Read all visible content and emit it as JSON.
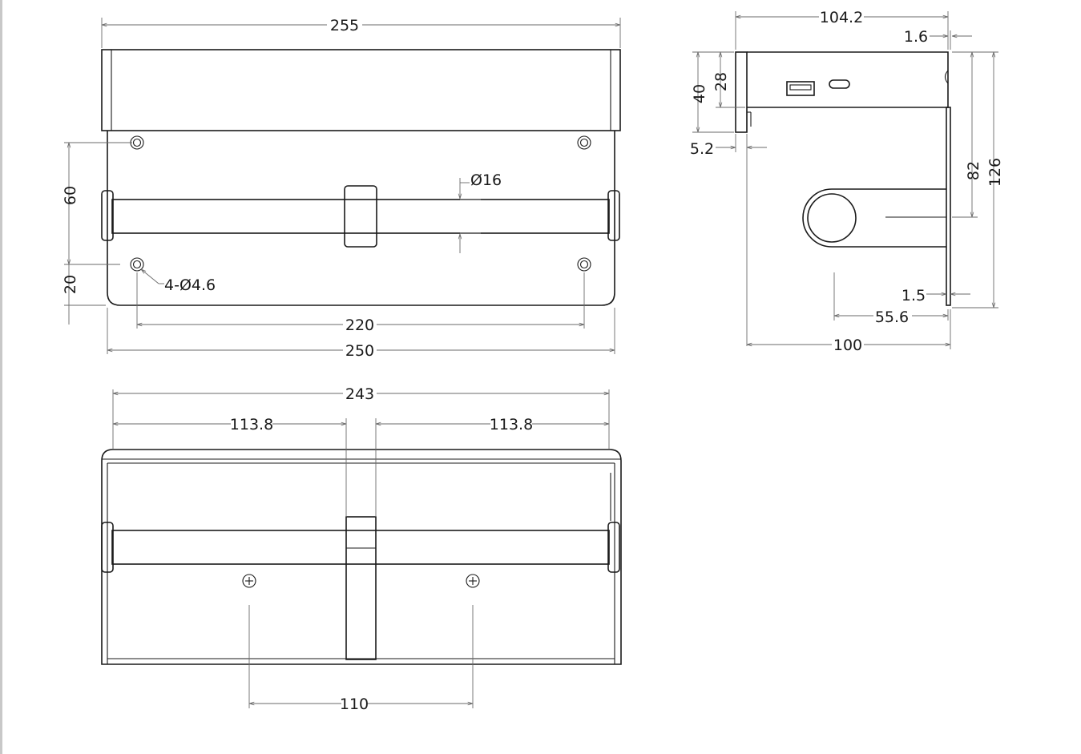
{
  "front_view": {
    "width_top": "255",
    "height_60": "60",
    "height_20": "20",
    "diameter": "Ø16",
    "holes": "4-Ø4.6",
    "width_220": "220",
    "width_250": "250"
  },
  "side_view": {
    "width_104": "104.2",
    "thick_1_6": "1.6",
    "height_40": "40",
    "height_28": "28",
    "offset_5_2": "5.2",
    "height_82": "82",
    "height_126": "126",
    "thick_1_5": "1.5",
    "length_55_6": "55.6",
    "depth_100": "100"
  },
  "bottom_view": {
    "width_243": "243",
    "left_113": "113.8",
    "right_113": "113.8",
    "spacing_110": "110"
  }
}
